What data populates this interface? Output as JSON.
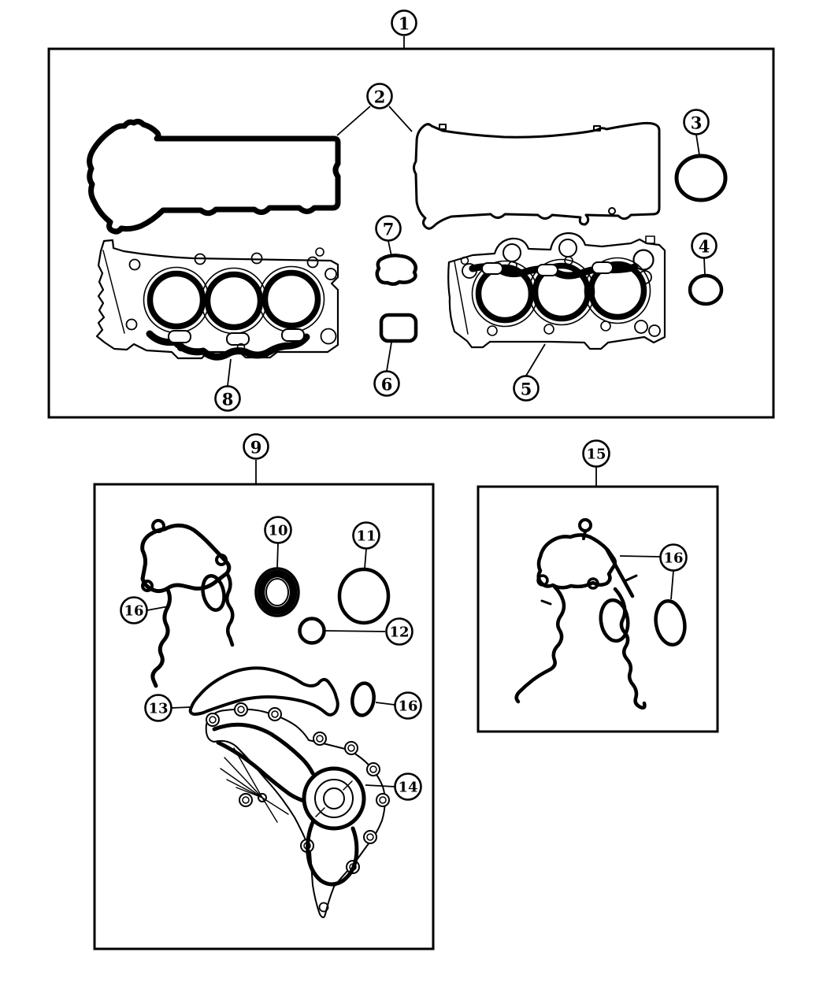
{
  "diagram": {
    "background_color": "#ffffff",
    "line_color": "#000000",
    "callouts": {
      "k1": "1",
      "k2": "2",
      "k3": "3",
      "k4": "4",
      "k5": "5",
      "k6": "6",
      "k7": "7",
      "k8": "8",
      "k9": "9",
      "k10": "10",
      "k11": "11",
      "k12": "12",
      "k13": "13",
      "k14": "14",
      "k15": "15",
      "k16": "16"
    }
  }
}
